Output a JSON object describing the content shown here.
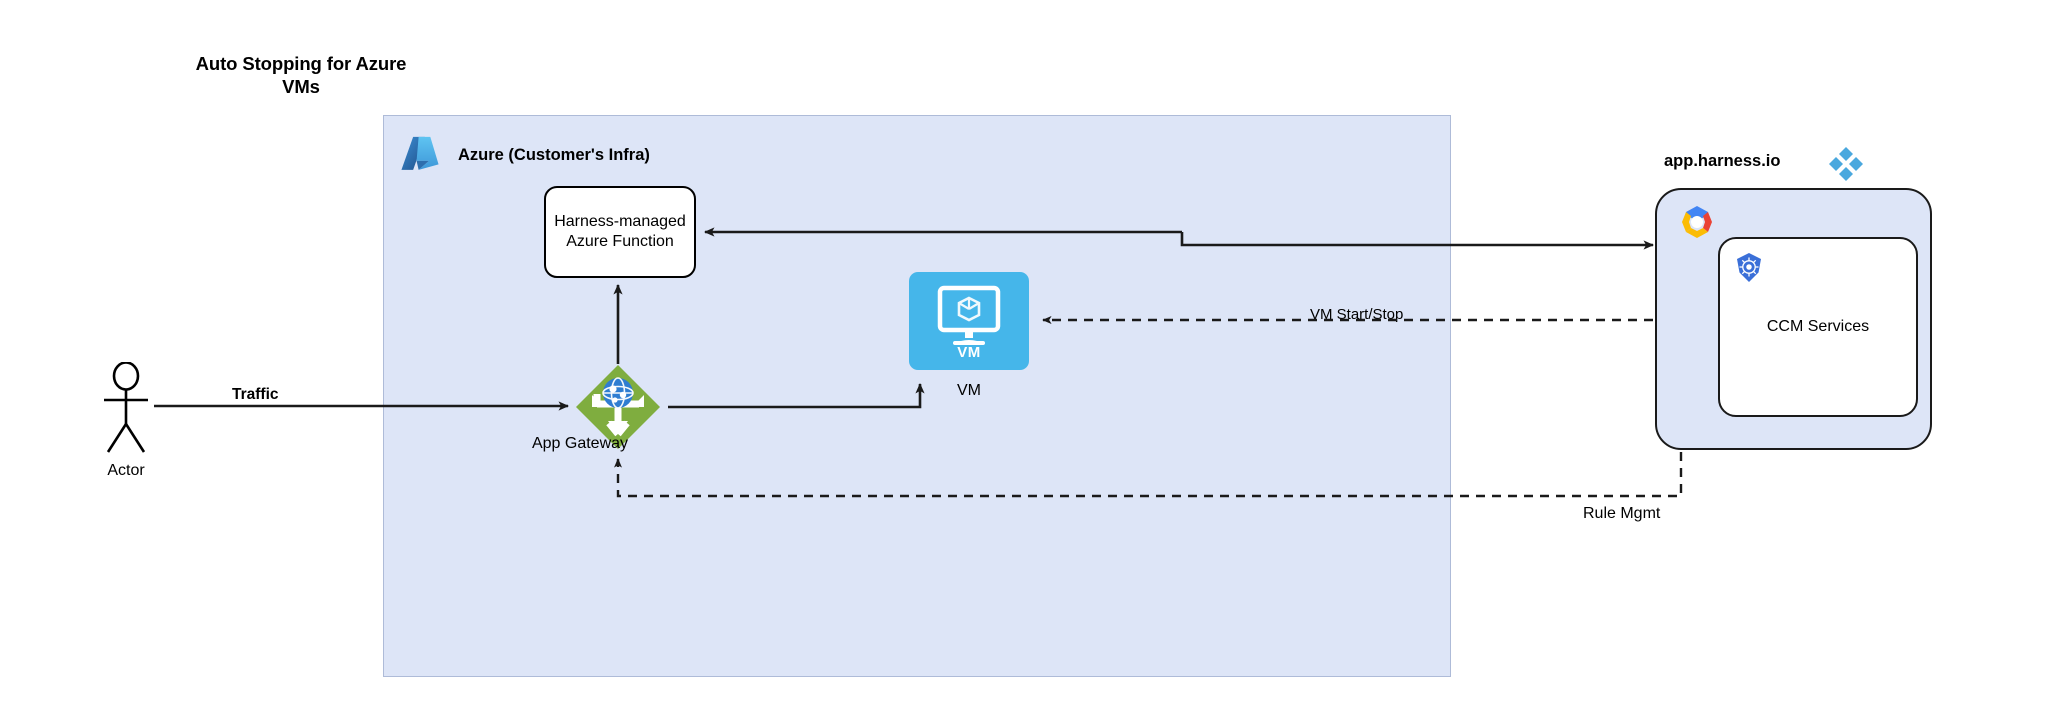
{
  "title": "Auto Stopping for Azure VMs",
  "azure": {
    "label": "Azure (Customer's Infra)",
    "logo_icon": "azure-logo-icon",
    "fill": "#dde5f7",
    "border": "#aebbd8"
  },
  "nodes": {
    "function": {
      "label": "Harness-managed Azure Function",
      "shape": "rounded-rect"
    },
    "vm": {
      "inner_label": "VM",
      "caption": "VM",
      "icon": "virtual-machine-icon",
      "color": "#45b6ea"
    },
    "app_gateway": {
      "caption": "App Gateway",
      "icon": "application-gateway-icon",
      "color": "#7fad3f"
    },
    "actor": {
      "caption": "Actor",
      "icon": "actor-stick-figure-icon"
    },
    "ccm": {
      "label": "CCM Services",
      "icon": "kubernetes-icon"
    }
  },
  "harness": {
    "label": "app.harness.io",
    "logo_icon": "harness-logo-icon",
    "gcp_logo_icon": "google-cloud-logo-icon",
    "fill": "#dde5f7",
    "border": "#1a1a1a"
  },
  "edges": {
    "traffic": "Traffic",
    "vm_start_stop": "VM Start/Stop",
    "rule_mgmt": "Rule Mgmt"
  },
  "colors": {
    "azure_dark_blue": "#1f4e89",
    "azure_light_blue": "#4fb2e8",
    "gateway_green": "#7fad3f",
    "vm_blue": "#45b6ea",
    "harness_blue": "#4aa8de",
    "kubernetes_blue": "#3a6fd8",
    "line": "#1a1a1a"
  }
}
